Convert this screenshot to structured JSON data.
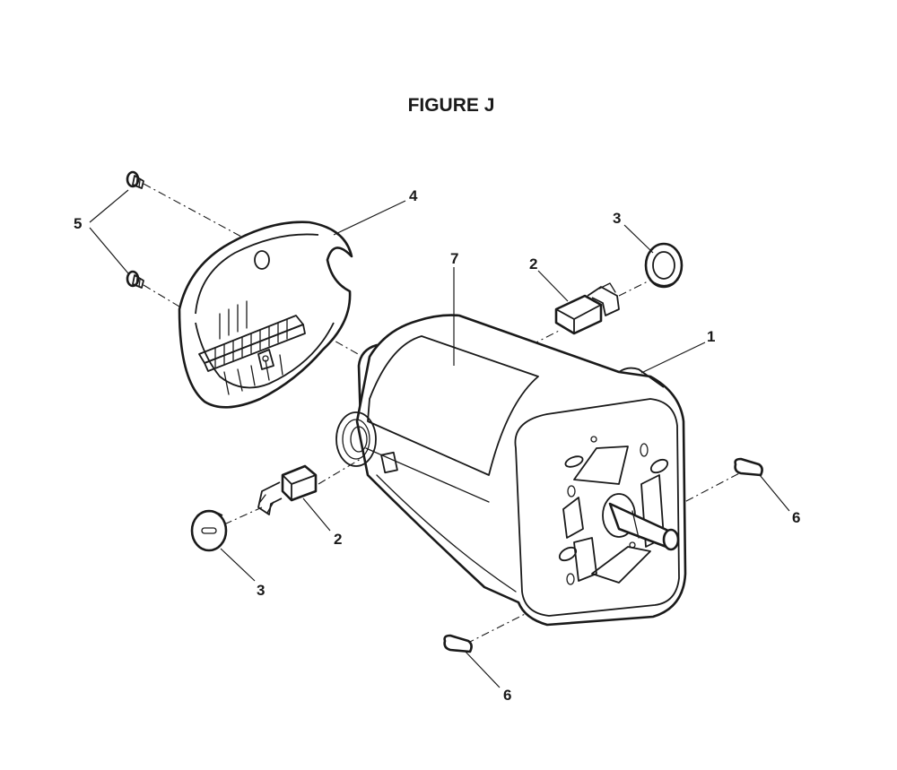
{
  "figure": {
    "title": "FIGURE J"
  },
  "callouts": {
    "motor_housing": "1",
    "brush_upper": "2",
    "brush_lower": "2",
    "brush_cap_upper": "3",
    "brush_cap_lower": "3",
    "end_cap": "4",
    "screws": "5",
    "spacer_right": "6",
    "spacer_bottom": "6",
    "label": "7"
  }
}
